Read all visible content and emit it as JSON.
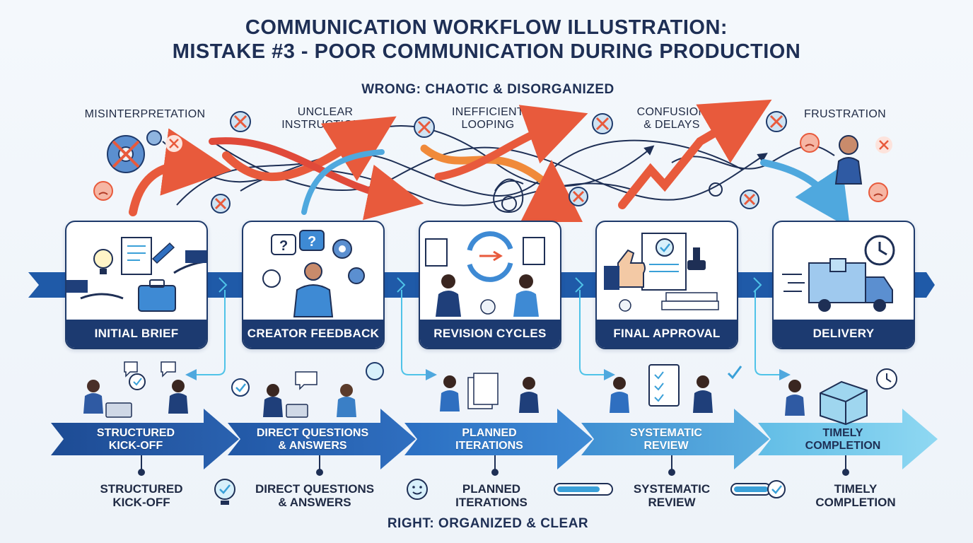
{
  "title": {
    "line1": "Communication Workflow Illustration:",
    "line2": "Mistake #3 - Poor Communication During Production"
  },
  "wrong": {
    "heading": "Wrong: Chaotic & Disorganized",
    "labels": [
      {
        "line1": "Misinterpretation",
        "line2": ""
      },
      {
        "line1": "Unclear",
        "line2": "Instructions"
      },
      {
        "line1": "Inefficient",
        "line2": "Looping"
      },
      {
        "line1": "Confusion",
        "line2": "& Delays"
      },
      {
        "line1": "Frustration",
        "line2": ""
      }
    ]
  },
  "stages": [
    {
      "label": "Initial Brief",
      "icon": "lightbulb-document-briefcase-icon"
    },
    {
      "label": "Creator Feedback",
      "icon": "question-bubbles-gears-icon"
    },
    {
      "label": "Revision Cycles",
      "icon": "revision-cycle-arrows-icon"
    },
    {
      "label": "Final Approval",
      "icon": "thumbs-up-stamp-icon"
    },
    {
      "label": "Delivery",
      "icon": "delivery-truck-clock-icon"
    }
  ],
  "right_steps": [
    {
      "line1": "Structured",
      "line2": "Kick-off"
    },
    {
      "line1": "Direct Questions",
      "line2": "& Answers"
    },
    {
      "line1": "Planned",
      "line2": "Iterations"
    },
    {
      "line1": "Systematic",
      "line2": "Review"
    },
    {
      "line1": "Timely",
      "line2": "Completion"
    }
  ],
  "right_labels": [
    {
      "line1": "Structured",
      "line2": "Kick-off"
    },
    {
      "line1": "Direct Questions",
      "line2": "& Answers"
    },
    {
      "line1": "Planned",
      "line2": "Iterations"
    },
    {
      "line1": "Systematic",
      "line2": "Review"
    },
    {
      "line1": "Timely",
      "line2": "Completion"
    }
  ],
  "right": {
    "heading": "Right: Organized & Clear"
  },
  "colors": {
    "navy": "#1e2f55",
    "chaos_red": "#e85a3c",
    "chaos_orange": "#f08a3a",
    "flow_blue": "#2f6db5",
    "accent_cyan": "#4fc3e8"
  }
}
